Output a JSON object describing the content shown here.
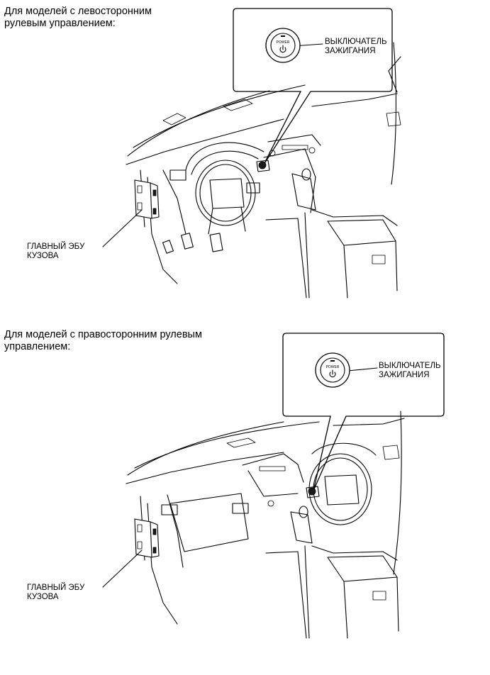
{
  "diagrams": [
    {
      "heading_lines": [
        "Для моделей с левосторонним",
        "рулевым управлением:"
      ],
      "switch_label_lines": [
        "ВЫКЛЮЧАТЕЛЬ",
        "ЗАЖИГАНИЯ"
      ],
      "button_text": "POWER",
      "ecu_label_lines": [
        "ГЛАВНЫЙ ЭБУ",
        "КУЗОВА"
      ]
    },
    {
      "heading_lines": [
        "Для моделей с правосторонним рулевым",
        "управлением:"
      ],
      "switch_label_lines": [
        "ВЫКЛЮЧАТЕЛЬ",
        "ЗАЖИГАНИЯ"
      ],
      "button_text": "POWER",
      "ecu_label_lines": [
        "ГЛАВНЫЙ ЭБУ",
        "КУЗОВА"
      ]
    }
  ]
}
